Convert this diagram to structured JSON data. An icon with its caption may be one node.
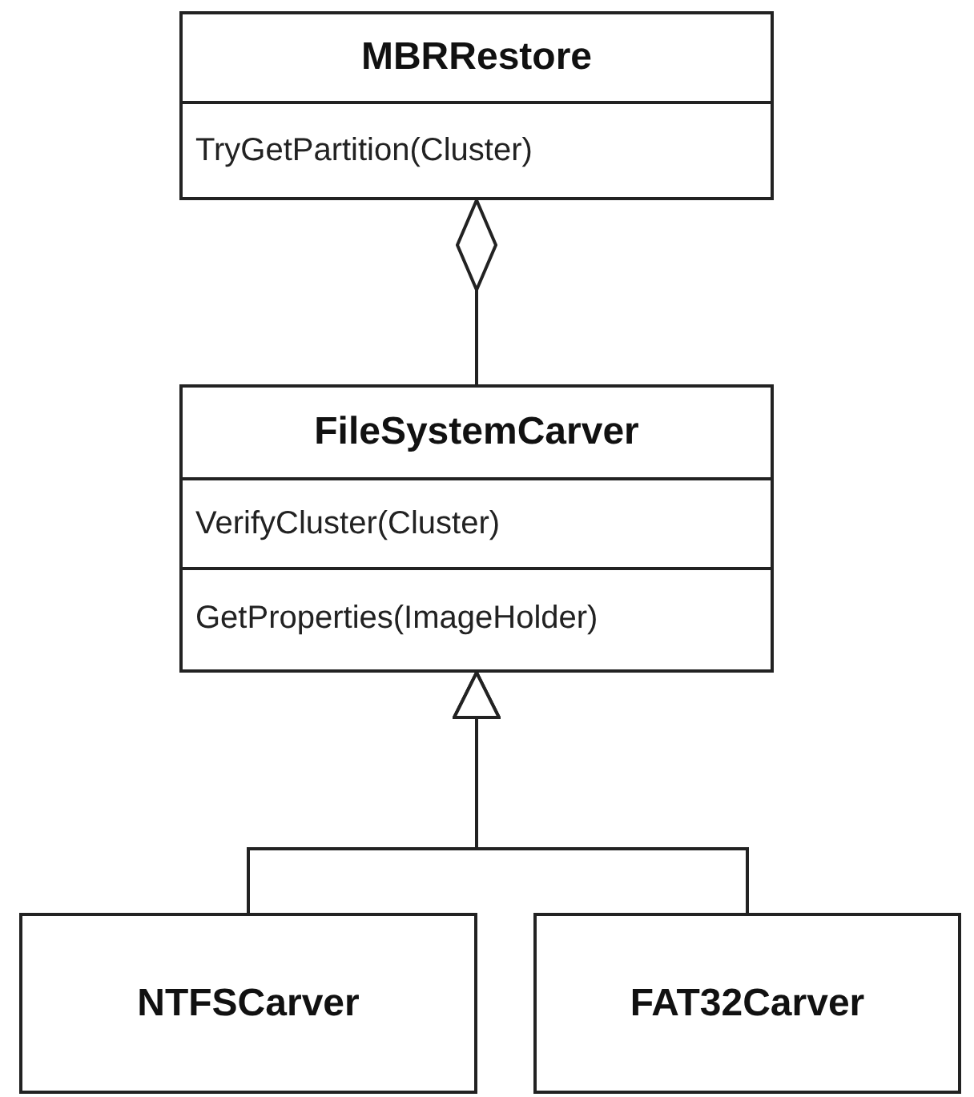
{
  "diagram": {
    "nodes": [
      {
        "text": [
          "MBRRestore",
          "TryGetPartition(Cluster)"
        ]
      },
      {
        "text": [
          "FileSystemCarver",
          "VerifyCluster(Cluster)",
          "GetProperties(ImageHolder)"
        ]
      },
      {
        "text": [
          "NTFSCarver"
        ]
      },
      {
        "text": [
          "FAT32Carver"
        ]
      }
    ],
    "edges": [
      {
        "from": 1,
        "to": 0,
        "arrow": "other"
      },
      {
        "from": 2,
        "to": 1,
        "arrow": "to"
      },
      {
        "from": 3,
        "to": 1,
        "arrow": "to"
      }
    ]
  }
}
